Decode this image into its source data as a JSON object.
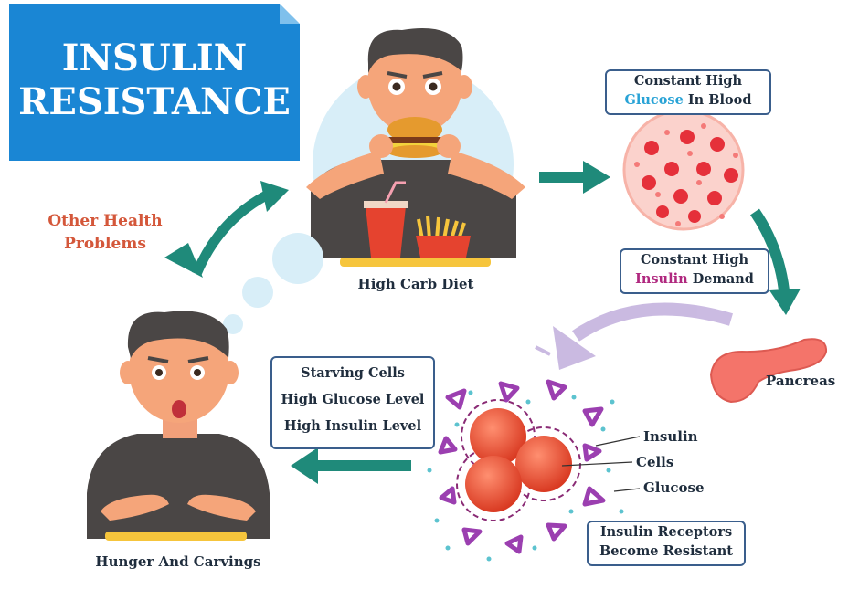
{
  "title": {
    "line1": "INSULIN",
    "line2": "RESISTANCE"
  },
  "labels": {
    "high_carb_diet": "High Carb Diet",
    "other_health_problems": {
      "line1": "Other Health",
      "line2": "Problems"
    },
    "pancreas": "Pancreas",
    "hunger_and_carvings": "Hunger And Carvings",
    "insulin": "Insulin",
    "cells": "Cells",
    "glucose": "Glucose"
  },
  "boxes": {
    "glucose_in_blood": {
      "line1": "Constant High",
      "line2_highlight": "Glucose",
      "line2_rest": " In Blood"
    },
    "insulin_demand": {
      "line1": "Constant High",
      "line2_highlight": "Insulin",
      "line2_rest": " Demand"
    },
    "starving": [
      "Starving Cells",
      "High Glucose Level",
      "High Insulin Level"
    ],
    "receptors": {
      "line1": "Insulin Receptors",
      "line2": "Become Resistant"
    }
  },
  "colors": {
    "banner": "#1a86d4",
    "arrow_teal": "#1f8a7a",
    "arrow_purple": "#b9a4d8",
    "blood": "#f26b6b",
    "cell": "#e8492f",
    "insulin_triangle": "#9b3fb0",
    "other_health_text": "#d4573a"
  }
}
